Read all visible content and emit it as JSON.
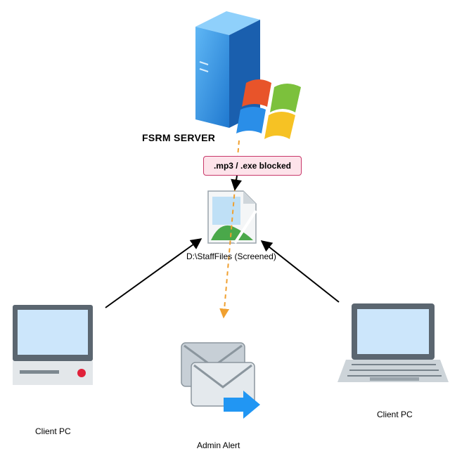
{
  "server": {
    "title": "FSRM SERVER",
    "icon": "windows-server-icon"
  },
  "rule": {
    "text": ".mp3 / .exe blocked"
  },
  "share": {
    "label": "D:\\StaffFiles (Screened)",
    "icon": "broken-image-icon"
  },
  "clients": [
    {
      "label": "Client PC",
      "icon": "desktop-pc-icon"
    },
    {
      "label": "Client PC",
      "icon": "laptop-icon"
    }
  ],
  "alert": {
    "label": "Admin Alert",
    "icon": "email-forward-icon"
  },
  "colors": {
    "server_blue": "#2f8fe0",
    "rule_border": "#c8386a",
    "rule_fill": "#fde3ea",
    "alert_arrow": "#f0a030",
    "screen_blue": "#cce6fb",
    "device_gray": "#5b6670",
    "mail_gray": "#b8c2cb",
    "forward_blue": "#2196f3"
  }
}
